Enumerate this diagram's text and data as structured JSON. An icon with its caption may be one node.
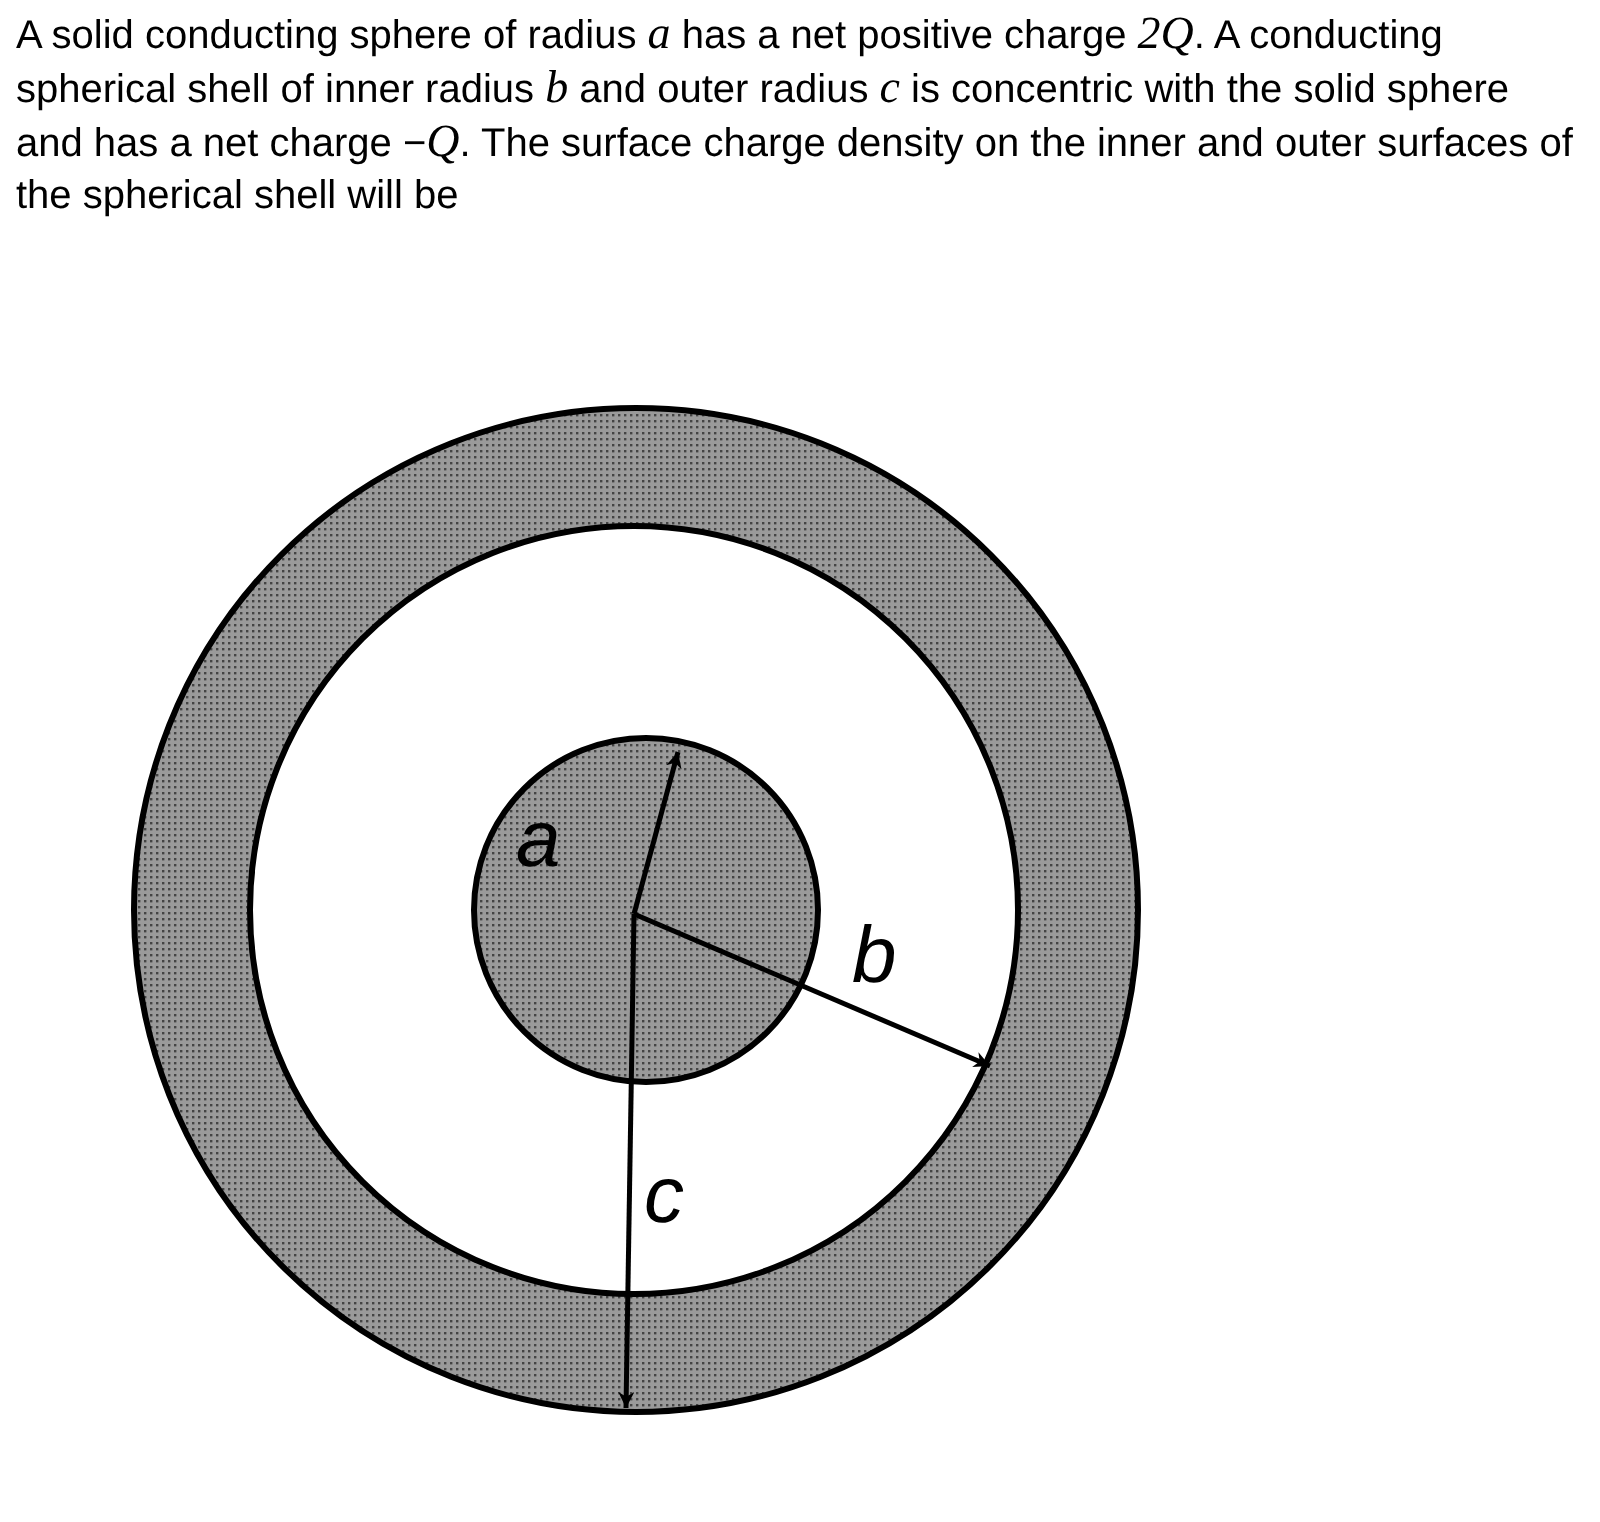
{
  "diagram": {
    "title": "A solid conducting sphere of radius *a* has a net positive charge *2Q*. A conducting spherical shell of inner radius *b* and outer radius *c* is concentric with the solid sphere and has a net charge −*Q*. The surface charge density on the inner and outer surfaces of the spherical shell will be",
    "labels": [
      "a",
      "b",
      "c"
    ]
  }
}
